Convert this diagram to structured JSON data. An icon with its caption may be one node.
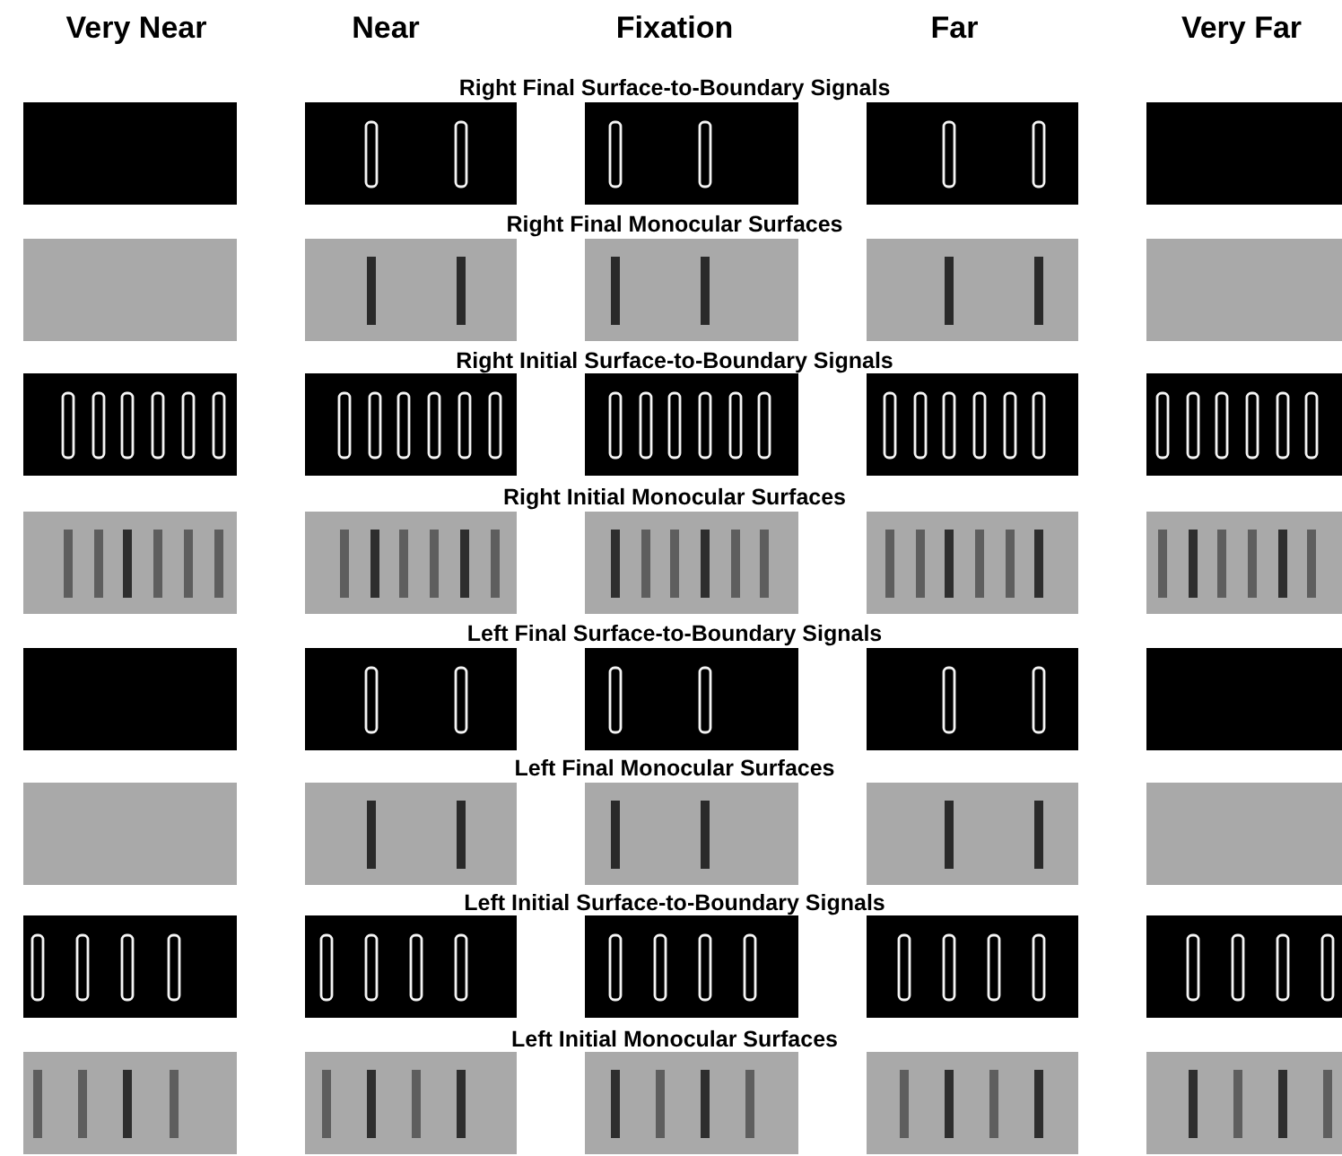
{
  "diagram": {
    "labels": [
      "Very Near",
      "Near",
      "Fixation",
      "Far",
      "Very Far",
      "Right Final Surface-to-Boundary Signals",
      "Right Final Monocular Surfaces",
      "Right Initial Surface-to-Boundary Signals",
      "Right Initial Monocular Surfaces",
      "Left Final Surface-to-Boundary Signals",
      "Left Final Monocular Surfaces",
      "Left Initial Surface-to-Boundary Signals",
      "Left Initial Monocular Surfaces"
    ]
  }
}
